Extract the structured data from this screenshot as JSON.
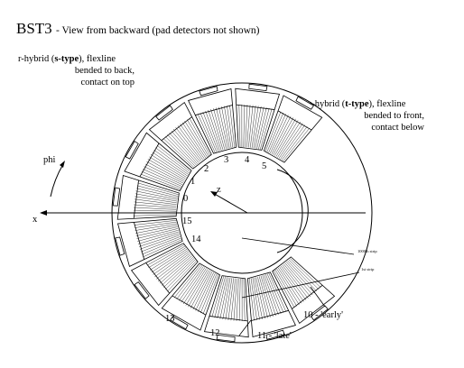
{
  "title": {
    "main": "BST3",
    "subtitle": " - View from backward (pad detectors not shown)"
  },
  "r_hybrid_note": {
    "line1_pre": "r-hybrid (",
    "line1_bold": "s-type",
    "line1_post": "), flexline",
    "line2": "bended to back,",
    "line3": "contact on top"
  },
  "u_hybrid_note": {
    "line1_pre": "u-hybrid (",
    "line1_bold": "t-type",
    "line1_post": "), flexline",
    "line2": "bended to front,",
    "line3": "contact below"
  },
  "axes": {
    "phi": "phi",
    "x": "x",
    "z": "z"
  },
  "sectors": {
    "inner": [
      "0",
      "1",
      "2",
      "3",
      "4",
      "5",
      "15",
      "14"
    ],
    "outer": [
      "13",
      "12"
    ]
  },
  "labels": {
    "early": "10 - 'early'",
    "late": "11 - 'late'",
    "strip_a": "1000th strip",
    "strip_b": "1st strip"
  }
}
